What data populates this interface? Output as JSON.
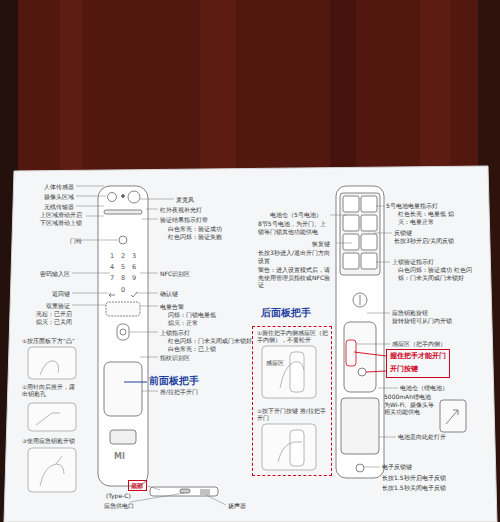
{
  "diagram": {
    "nodes": [
      {
        "text": [
          "底部"
        ]
      },
      {
        "text": [
          "后面板把手",
          "①握住把手内侧感应区（把手内侧），不要松开",
          "②按下开门按键 推/拉把手开门"
        ]
      },
      {
        "text": [
          "握住把手才能开门",
          "开门按键"
        ]
      }
    ],
    "labels": [
      "人体传感器",
      "摄像头区域",
      "无线传输器",
      "上区域滑动开启 下区域滑动上锁",
      "门铃",
      "密码输入区",
      "返回键",
      "双重验证",
      "亮起：已开启 熄灭：已关闭",
      "①按压面板下方“凸”",
      "②用针向后推开，露出钥匙孔",
      "③使用应急钥匙开锁",
      "麦克风",
      "红外夜视补光灯",
      "验证结果指示灯带",
      "白色常亮：验证成功 红色闪烁：验证失败",
      "NFC识别区",
      "确认键",
      "电量告警",
      "闪烁：门锁电量低 熄灭：正常",
      "上锁指示灯",
      "红色闪烁：门未关闭或门未锁好 白色常亮：已上锁",
      "指纹识别区",
      "前面板把手",
      "推/拉把手开门",
      "(Type-C)",
      "应急供电口",
      "扬声器",
      "MI",
      "1",
      "2",
      "3",
      "4",
      "5",
      "6",
      "7",
      "8",
      "9",
      "0",
      "电池仓（5号电池）",
      "8节5号电池，为开门、上锁等门锁其他功能供电",
      "恢复键",
      "长按3秒进入/退出开门方向设置",
      "警告：进入设置模式后，请先使用管理员指纹或NFC验证",
      "感应区",
      "5号电池电量指示灯",
      "红色长亮：电量低 熄灭：电量正常",
      "反锁键",
      "长按3秒开启/关闭反锁",
      "上锁验证指示灯",
      "白色闪烁：验证成功 红色闪烁：门未关闭或门未锁好",
      "应急钥匙旋钮",
      "旋转旋钮可从门内开锁",
      "感应区（把手内侧）",
      "电池仓（锂电池）",
      "5000mAh锂电池 为Wi-Fi、摄像头等相关功能供电",
      "电池盖向此处打开",
      "电子反锁键",
      "长按1.5秒开启电子反锁",
      "长按1.5秒关闭电子反锁"
    ]
  }
}
